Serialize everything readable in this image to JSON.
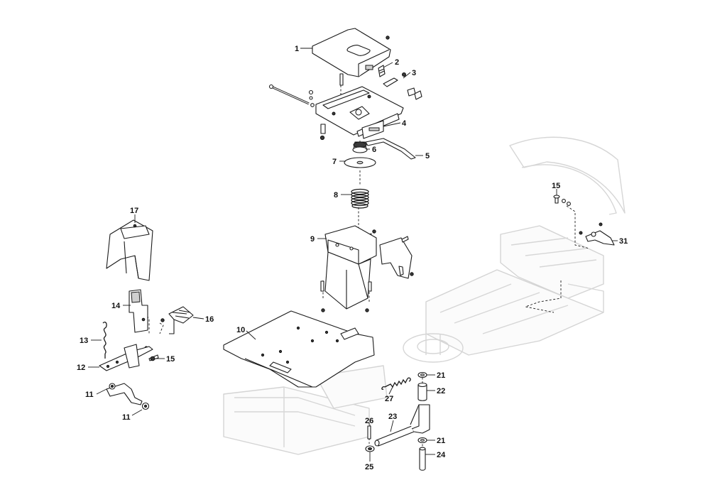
{
  "callouts": {
    "c1": "1",
    "c2": "2",
    "c3": "3",
    "c4": "4",
    "c5": "5",
    "c6": "6",
    "c7": "7",
    "c8": "8",
    "c9": "9",
    "c10": "10",
    "c11a": "11",
    "c11b": "11",
    "c12": "12",
    "c13": "13",
    "c14": "14",
    "c15a": "15",
    "c15b": "15",
    "c16": "16",
    "c17": "17",
    "c21a": "21",
    "c21b": "21",
    "c22": "22",
    "c23": "23",
    "c24": "24",
    "c25": "25",
    "c26": "26",
    "c27": "27",
    "c31": "31"
  },
  "colors": {
    "line": "#1a1a1a",
    "ghost": "#d6d6d6",
    "background": "#ffffff"
  }
}
